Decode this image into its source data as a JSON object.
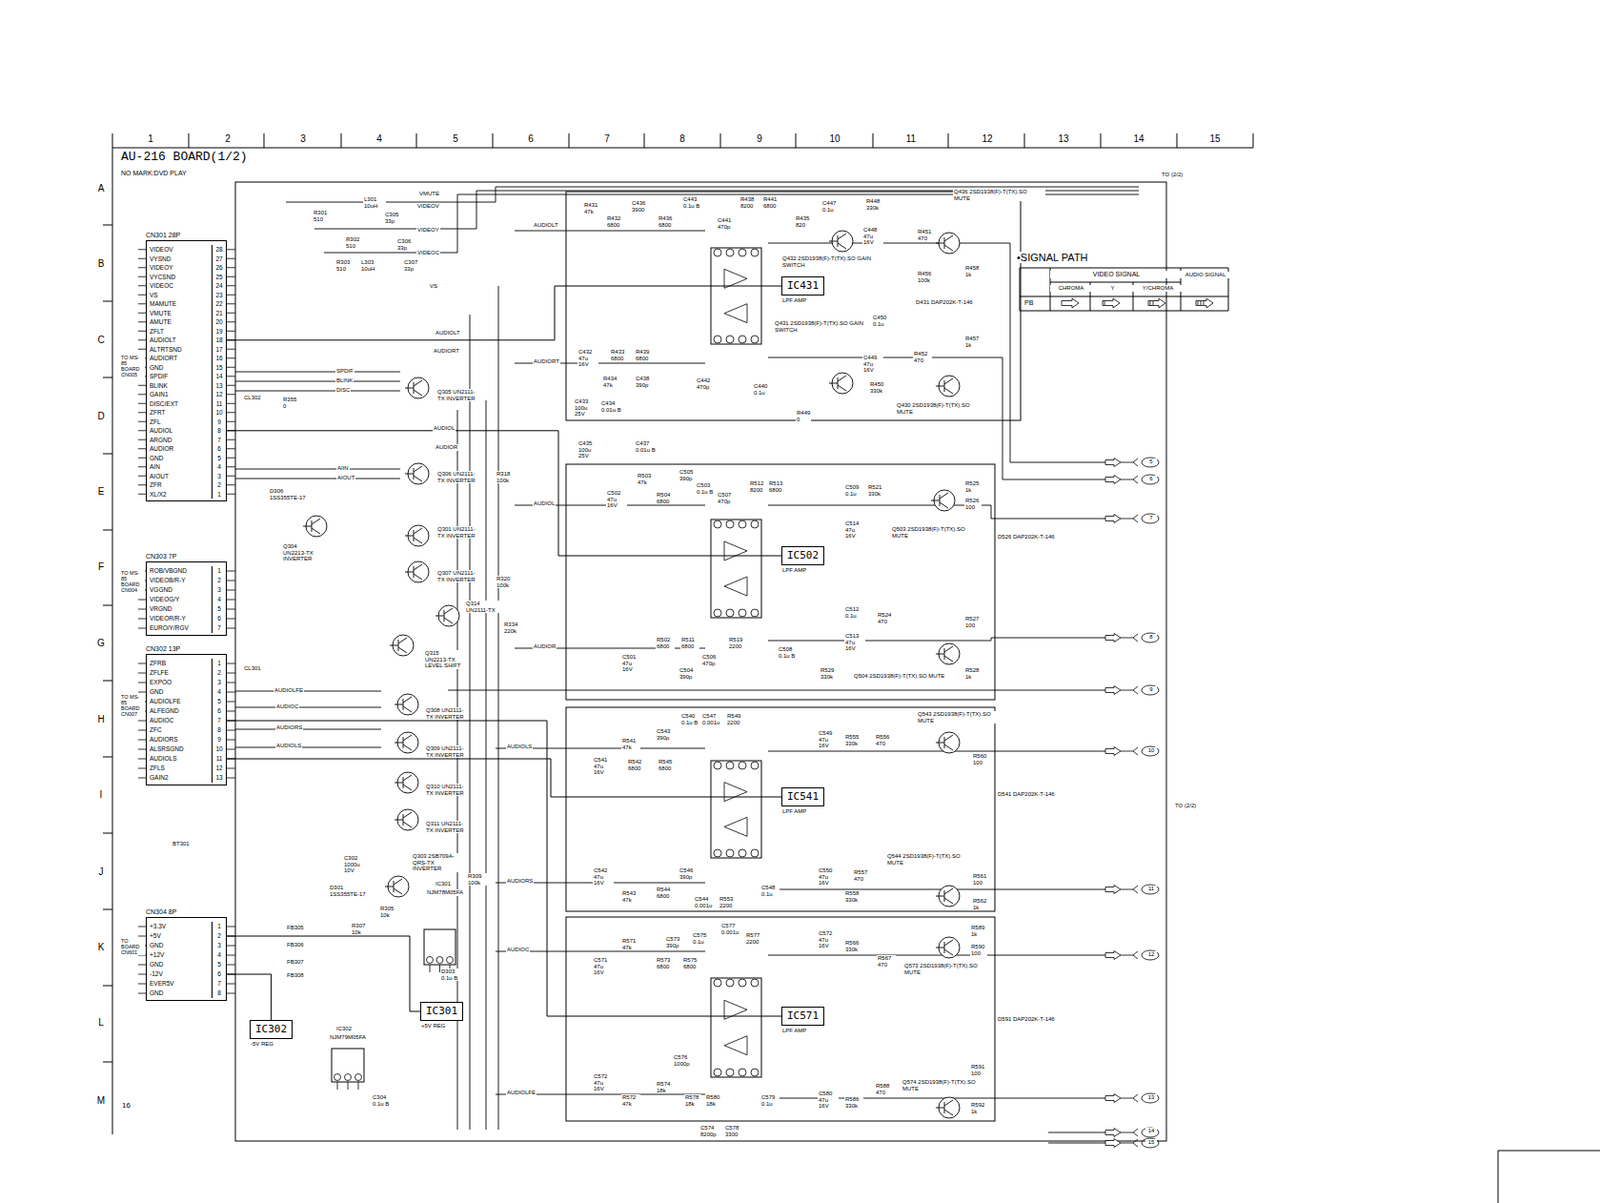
{
  "diagram": {
    "title": "AU-216 BOARD(1/2)",
    "nodes": [
      {
        "text": [
          "CN301 28P",
          "VIDEOV",
          "28",
          "VYSND",
          "27",
          "VIDEOY",
          "26",
          "VYCSND",
          "25",
          "VIDEOC",
          "24",
          "VS",
          "23",
          "MAMUTE",
          "22",
          "VMUTE",
          "21",
          "AMUTE",
          "20",
          "ZFLT",
          "19",
          "AUDIOLT",
          "18",
          "ALTRTSND",
          "17",
          "AUDIORT",
          "16",
          "GND",
          "15",
          "SPDIF",
          "14",
          "BLINK",
          "13",
          "GAIN1",
          "12",
          "DISC/EXT",
          "11",
          "ZFRT",
          "10",
          "ZFL",
          "9",
          "AUDIOL",
          "8",
          "ARGND",
          "7",
          "AUDIOR",
          "6",
          "GND",
          "5",
          "AIN",
          "4",
          "AIOUT",
          "3",
          "ZFR",
          "2",
          "XL/X2",
          "1"
        ]
      },
      {
        "text": [
          "IC431",
          "LPF AMP"
        ]
      },
      {
        "text": [
          "IC502",
          "LPF AMP"
        ]
      },
      {
        "text": [
          "CN303 7P",
          "ROB/VBGND",
          "1",
          "VIDEOB/R-Y",
          "2",
          "VGGND",
          "3",
          "VIDEOG/Y",
          "4",
          "VRGND",
          "5",
          "VIDEOR/R-Y",
          "6",
          "EURO/Y/RGV",
          "7"
        ]
      },
      {
        "text": [
          "CN302 13P",
          "ZFRB",
          "1",
          "ZFLFE",
          "2",
          "EXPOO",
          "3",
          "GND",
          "4",
          "AUDIOLFE",
          "5",
          "ALFEGND",
          "6",
          "AUDIOC",
          "7",
          "ZFC",
          "8",
          "AUDIORS",
          "9",
          "ALSRSGND",
          "10",
          "AUDIOLS",
          "11",
          "ZFLS",
          "12",
          "GAIN2",
          "13"
        ]
      },
      {
        "text": [
          "IC541",
          "LPF AMP"
        ]
      },
      {
        "text": [
          "CN304 8P",
          "+3.3V",
          "1",
          "+5V",
          "2",
          "GND",
          "3",
          "+12V",
          "4",
          "GND",
          "5",
          "-12V",
          "6",
          "EVER5V",
          "7",
          "GND",
          "8"
        ]
      },
      {
        "text": [
          "IC571",
          "LPF AMP"
        ]
      },
      {
        "text": [
          "IC301",
          "+5V REG"
        ]
      },
      {
        "text": [
          "IC302",
          "-5V REG"
        ]
      }
    ],
    "edges": [
      {
        "from": 6,
        "to": 8,
        "arrow": "none"
      },
      {
        "from": 6,
        "to": 9,
        "arrow": "none"
      },
      {
        "from": 0,
        "to": 1,
        "arrow": "none"
      },
      {
        "from": 0,
        "to": 2,
        "arrow": "none"
      },
      {
        "from": 4,
        "to": 5,
        "arrow": "none"
      },
      {
        "from": 4,
        "to": 7,
        "arrow": "none"
      }
    ],
    "labels": [
      "1",
      "2",
      "3",
      "4",
      "5",
      "6",
      "7",
      "8",
      "9",
      "10",
      "11",
      "12",
      "13",
      "14",
      "15",
      "A",
      "B",
      "C",
      "D",
      "E",
      "F",
      "G",
      "H",
      "I",
      "J",
      "K",
      "L",
      "M",
      "16",
      "NO MARK:DVD PLAY",
      "TO MS-85 BOARD CN005",
      "TO MS-85 BOARD CN004",
      "TO MS-85 BOARD CN007",
      "TO BOARD CN601",
      "VMUTE",
      "VIDEOV",
      "VIDEOY",
      "VIDEOC",
      "VS",
      "R301 510",
      "L301 10uH",
      "C305 33p",
      "R302 510",
      "C306 33p",
      "R303 510",
      "L303 10uH",
      "C307 33p",
      "AUDIOLT",
      "AUDIORT",
      "SPDIF",
      "BLINK",
      "DISC",
      "R355 0",
      "CL302",
      "AUDIOL",
      "AUDIOR",
      "AIIN",
      "AIOUT",
      "Q305 UN2111-TX INVERTER",
      "Q306 UN2111-TX INVERTER",
      "Q301 UN2111-TX INVERTER",
      "Q307 UN2111-TX INVERTER",
      "Q314 UN2111-TX",
      "Q315 UN2213-TX LEVEL SHIFT",
      "Q304 UN2213-TX INVERTER",
      "D306 1SS355TE-17",
      "Q308 UN2111-TX INVERTER",
      "Q309 UN2111-TX INVERTER",
      "Q310 UN2111-TX INVERTER",
      "Q311 UN2111-TX INVERTER",
      "Q303 2SB709A-QRS-TX INVERTER",
      "D301 1SS355TE-17",
      "C302 1000u 10V",
      "R305 10k",
      "R307 10k",
      "FB305",
      "FB306",
      "FB307",
      "FB308",
      "D303 0.1u B",
      "R309 100k",
      "C304 0.1u B",
      "BT301",
      "CL301",
      "AUDIOLFE",
      "AUDIOC",
      "AUDIORS",
      "AUDIOLS",
      "IC301",
      "NJM78M05FA",
      "IC302",
      "NJM79M05FA",
      "AUDIOLT",
      "AUDIORT",
      "AUDIOL",
      "AUDIOR",
      "AUDIOLS",
      "AUDIORS",
      "AUDIOC",
      "AUDIOLFE",
      "R431 47k",
      "R432 6800",
      "C436 3900",
      "R436 6800",
      "C443 0.1u B",
      "C441 470p",
      "R438 8200",
      "R441 6800",
      "R435 820",
      "C447 0.1u",
      "R448 330k",
      "Q436 2SD1938(F)-T(TX).SO MUTE",
      "Q432 2SD1938(F)-T(TX).SO GAIN SWITCH",
      "R451 470",
      "R458 1k",
      "R456 100k",
      "D431 DAP202K-T-146",
      "R457 1k",
      "R452 470",
      "Q430 2SD1938(F)-T(TX).SO MUTE",
      "R450 330k",
      "Q431 2SD1938(F)-T(TX).SO GAIN SWITCH",
      "R449 0",
      "C433 100u 25V",
      "C434 0.01u B",
      "C432 47u 16V",
      "R434 47k",
      "R433 6800",
      "R439 6800",
      "C438 390p",
      "C442 470p",
      "C440 0.1u",
      "C450 0.1u",
      "C448 47u 16V",
      "C449 47u 16V",
      "C435 100u 25V",
      "C437 0.01u B",
      "R503 47k",
      "C502 47u 16V",
      "R504 6800",
      "C505 390p",
      "C503 0.1u B",
      "C507 470p",
      "R512 8200",
      "R513 6800",
      "C509 0.1u",
      "R521 330k",
      "C514 47u 16V",
      "Q503 2SD1938(F)-T(TX).SO MUTE",
      "R525 1k",
      "R526 100",
      "D526 DAP202K-T-146",
      "R318 100k",
      "R320 100k",
      "R334 220k",
      "C512 0.1u",
      "R524 470",
      "R527 100",
      "C513 47u 16V",
      "Q504 2SD1938(F)-T(TX).SO MUTE",
      "R529 330k",
      "R528 1k",
      "C501 47u 16V",
      "R502 6800",
      "R511 6800",
      "C504 390p",
      "C506 470p",
      "R519 2200",
      "C508 0.1u B",
      "C540 0.1u B",
      "C547 0.001u",
      "R549 2200",
      "C543 390p",
      "R541 47k",
      "C541 47u 16V",
      "R542 6800",
      "R545 6800",
      "C549 47u 16V",
      "R555 330k",
      "R556 470",
      "Q543 2SD1938(F)-T(TX).SO MUTE",
      "R560 100",
      "D541 DAP202K-T-146",
      "C542 47u 16V",
      "R543 47k",
      "R544 6800",
      "C546 390p",
      "C544 0.001u",
      "R553 2200",
      "C548 0.1u",
      "C550 47u 16V",
      "R557 470",
      "R558 330k",
      "Q544 2SD1938(F)-T(TX).SO MUTE",
      "R561 100",
      "R562 1k",
      "C577 0.001u",
      "C575 0.1u",
      "C573 390p",
      "R571 47k",
      "R573 6800",
      "R575 6800",
      "R577 2200",
      "C571 47u 16V",
      "C572 47u 16V",
      "R566 330k",
      "R567 470",
      "Q573 2SD1938(F)-T(TX).SO MUTE",
      "R589 1k",
      "R590 100",
      "D591 DAP202K-T-146",
      "C572 47u 16V",
      "R572 47k",
      "R574 18k",
      "R578 18k",
      "R580 18k",
      "C576 1000p",
      "C574 8200p",
      "C578 3300",
      "C579 0.1u",
      "C580 47u 16V",
      "R586 330k",
      "R588 470",
      "Q574 2SD1938(F)-T(TX).SO MUTE",
      "R591 100",
      "R592 1k",
      "5",
      "6",
      "7",
      "8",
      "9",
      "10",
      "11",
      "12",
      "13",
      "14",
      "15",
      "TO (2/2)",
      "TO (2/2)",
      "•SIGNAL PATH",
      "VIDEO SIGNAL",
      "PB"
    ],
    "legend": [
      {
        "text": "CHROMA"
      },
      {
        "text": "Y"
      },
      {
        "text": "Y/CHROMA"
      },
      {
        "text": "AUDIO SIGNAL"
      }
    ]
  }
}
